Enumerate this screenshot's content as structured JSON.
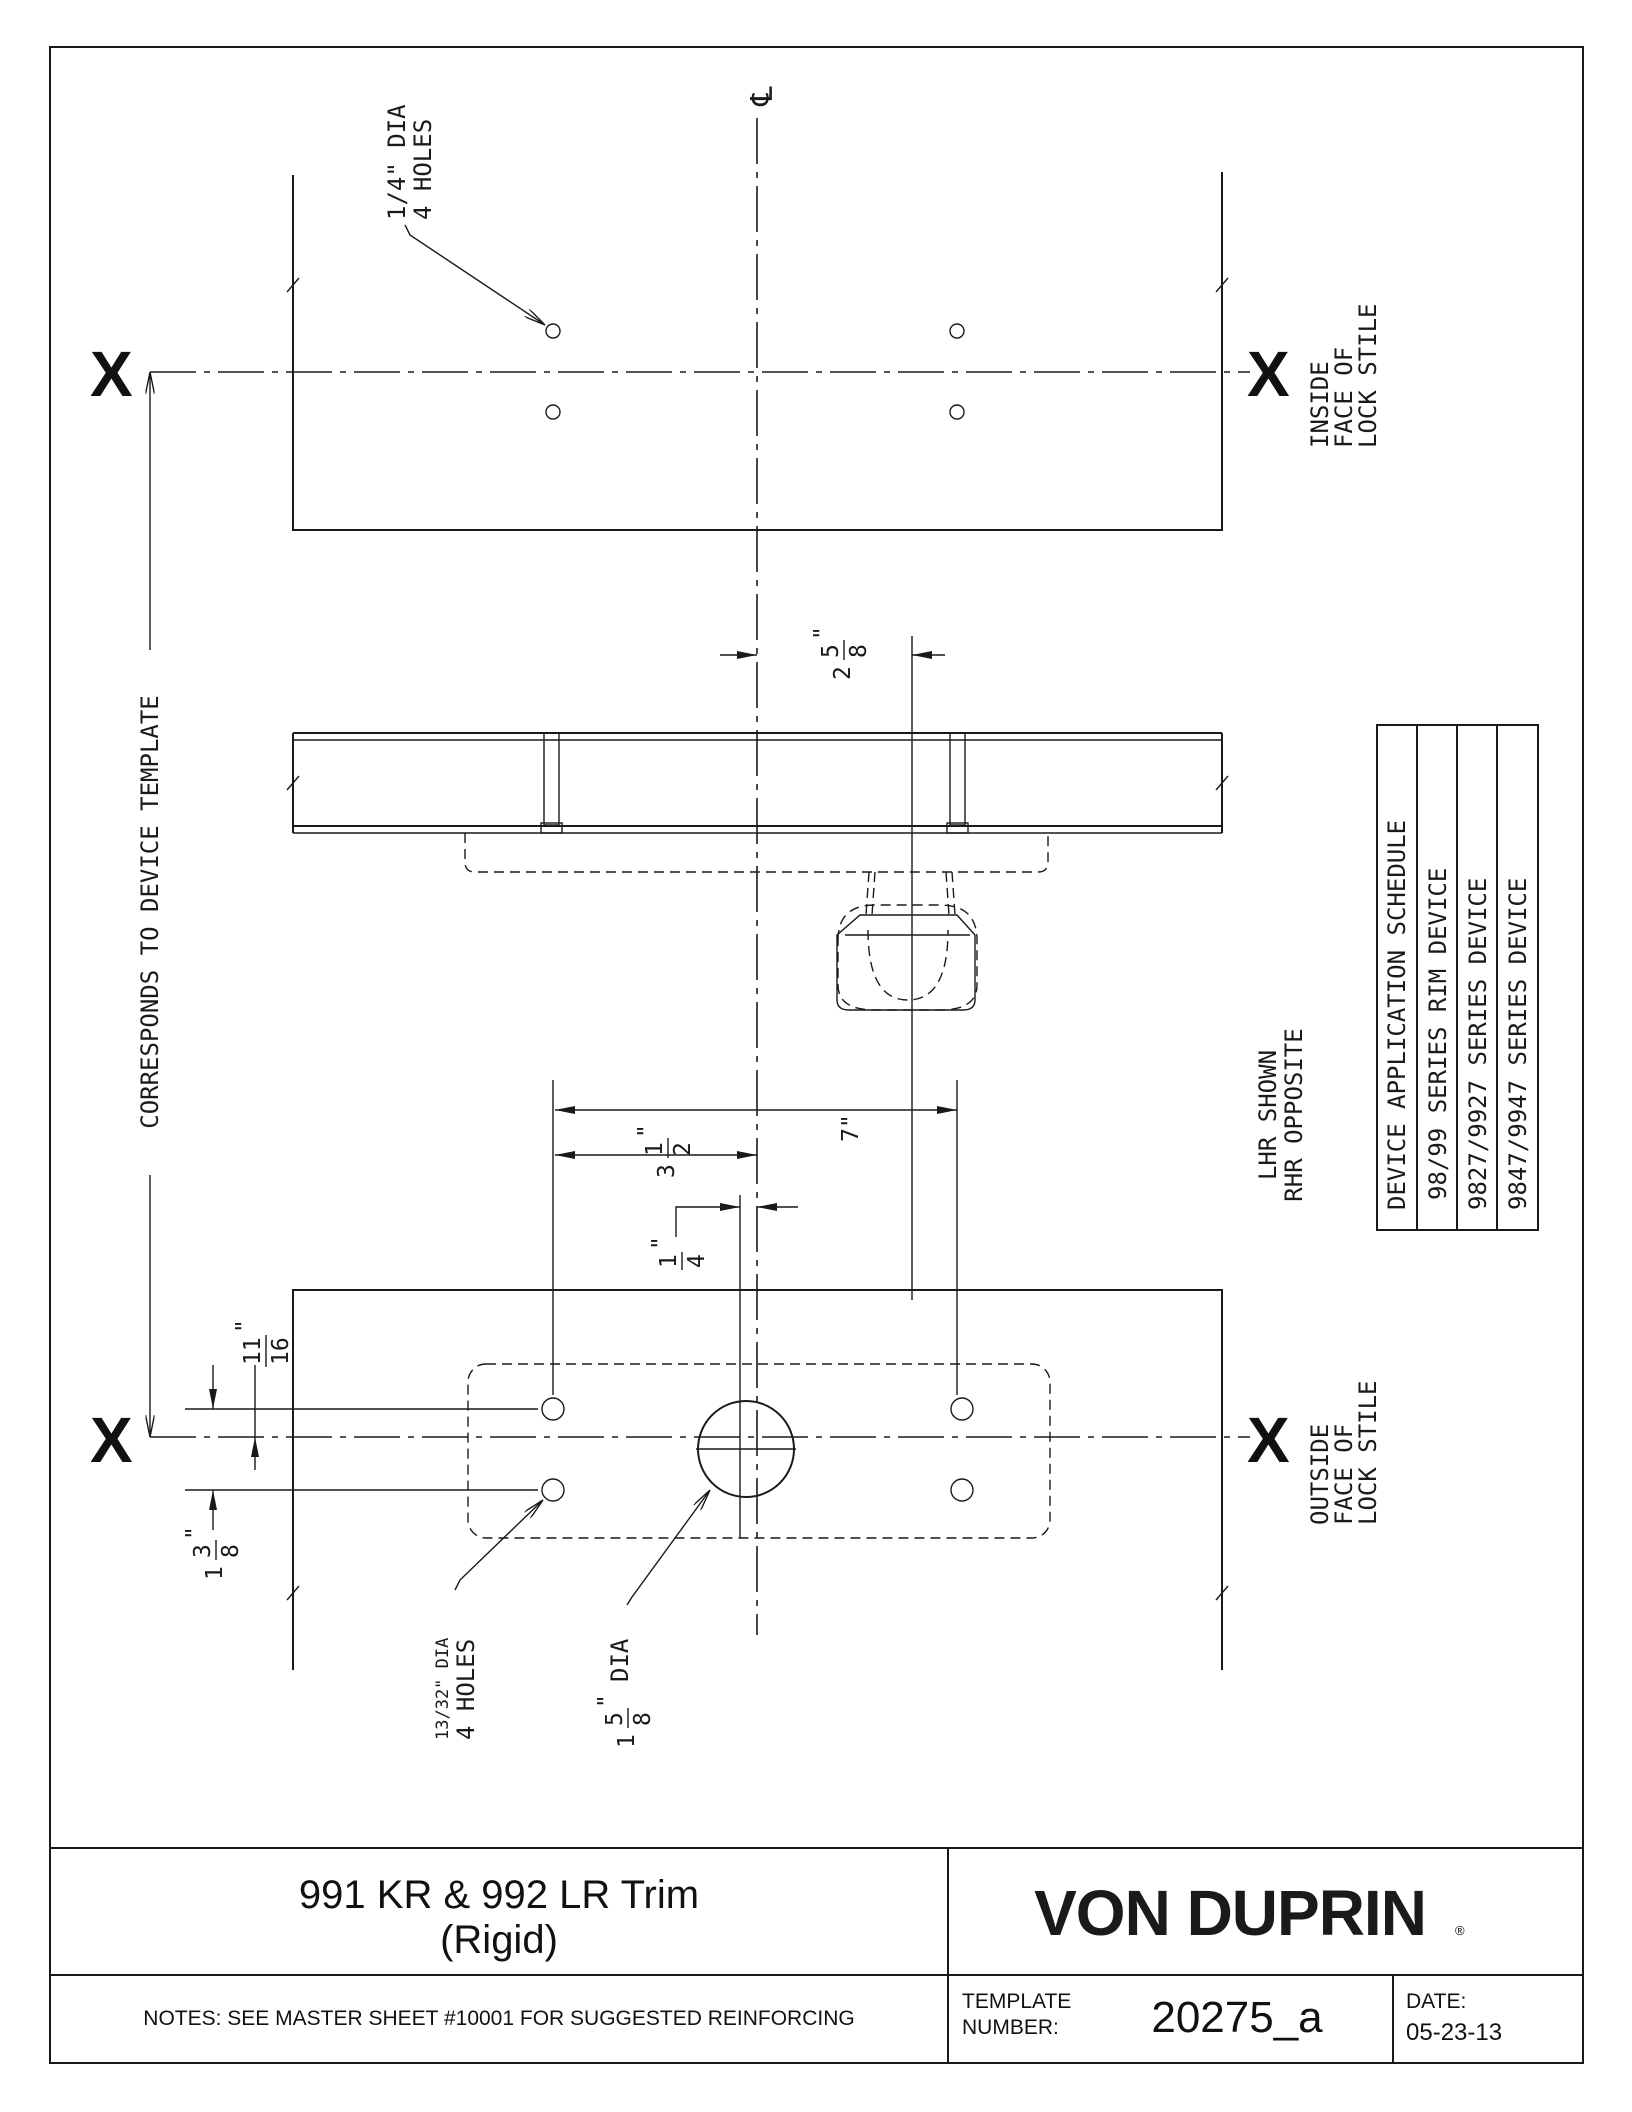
{
  "drawing": {
    "centerline_symbol": "℄",
    "side_label": "CORRESPONDS TO DEVICE TEMPLATE",
    "top_hole_note": [
      "1/4\" DIA",
      "4 HOLES"
    ],
    "inside_face_note": [
      "INSIDE",
      "FACE OF",
      "LOCK STILE"
    ],
    "outside_face_note": [
      "OUTSIDE",
      "FACE OF",
      "LOCK STILE"
    ],
    "handing_note": [
      "LHR SHOWN",
      "RHR OPPOSITE"
    ],
    "x_mark": "X",
    "bottom_hole_note": [
      "13/32\" DIA",
      "4 HOLES"
    ],
    "cylinder_hole_note": {
      "whole": "1",
      "num": "5",
      "den": "8",
      "unit": "\"",
      "suffix": "DIA"
    },
    "dimensions": {
      "offset_top": {
        "whole": "2",
        "num": "5",
        "den": "8",
        "unit": "\""
      },
      "spacing_7": "7\"",
      "spacing_3_half": {
        "whole": "3",
        "num": "1",
        "den": "2",
        "unit": "\""
      },
      "offset_quarter": {
        "num": "1",
        "den": "4",
        "unit": "\""
      },
      "upper_11_16": {
        "num": "11",
        "den": "16",
        "unit": "\""
      },
      "lower_1_3_8": {
        "whole": "1",
        "num": "3",
        "den": "8",
        "unit": "\""
      }
    },
    "schedule": {
      "title": "DEVICE APPLICATION SCHEDULE",
      "rows": [
        "98/99 SERIES RIM DEVICE",
        "9827/9927 SERIES DEVICE",
        "9847/9947 SERIES DEVICE"
      ]
    }
  },
  "title_block": {
    "title_line1": "991 KR & 992 LR Trim",
    "title_line2": "(Rigid)",
    "brand": "VON DUPRIN",
    "brand_mark": "®",
    "notes": "NOTES: SEE MASTER SHEET #10001 FOR SUGGESTED REINFORCING",
    "template_label_line1": "TEMPLATE",
    "template_label_line2": "NUMBER:",
    "template_number": "20275_a",
    "date_label": "DATE:",
    "date_value": "05-23-13"
  }
}
